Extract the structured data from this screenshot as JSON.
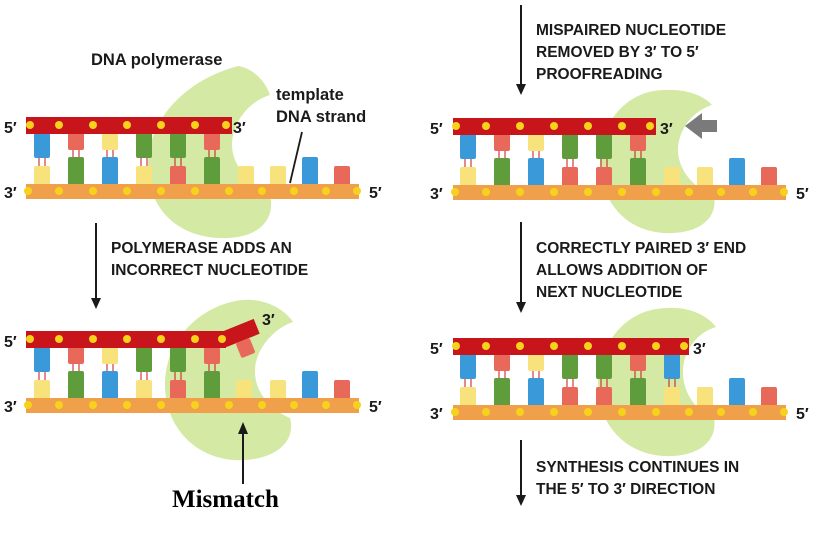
{
  "labels": {
    "polymerase": "DNA polymerase",
    "template_line1": "template",
    "template_line2": "DNA strand",
    "mismatch": "Mismatch"
  },
  "steps": {
    "step1_line1": "POLYMERASE ADDS AN",
    "step1_line2": "INCORRECT NUCLEOTIDE",
    "step2_line1": "MISPAIRED NUCLEOTIDE",
    "step2_line2": "REMOVED BY 3′ TO 5′",
    "step2_line3": "PROOFREADING",
    "step3_line1": "CORRECTLY PAIRED 3′ END",
    "step3_line2": "ALLOWS ADDITION OF",
    "step3_line3": "NEXT NUCLEOTIDE",
    "step4_line1": "SYNTHESIS CONTINUES IN",
    "step4_line2": "THE 5′ TO 3′ DIRECTION"
  },
  "ends": {
    "five_prime": "5′",
    "three_prime": "3′"
  },
  "colors": {
    "new_strand": "#c8151b",
    "template_strand": "#f0a04a",
    "phosphate": "#f7d21d",
    "polymerase": "#d4e9a3",
    "blue": "#3a9ad9",
    "yellow": "#f7e27c",
    "green": "#5e9c3c",
    "salmon": "#e8685a",
    "arrow": "#7a7a7a"
  }
}
